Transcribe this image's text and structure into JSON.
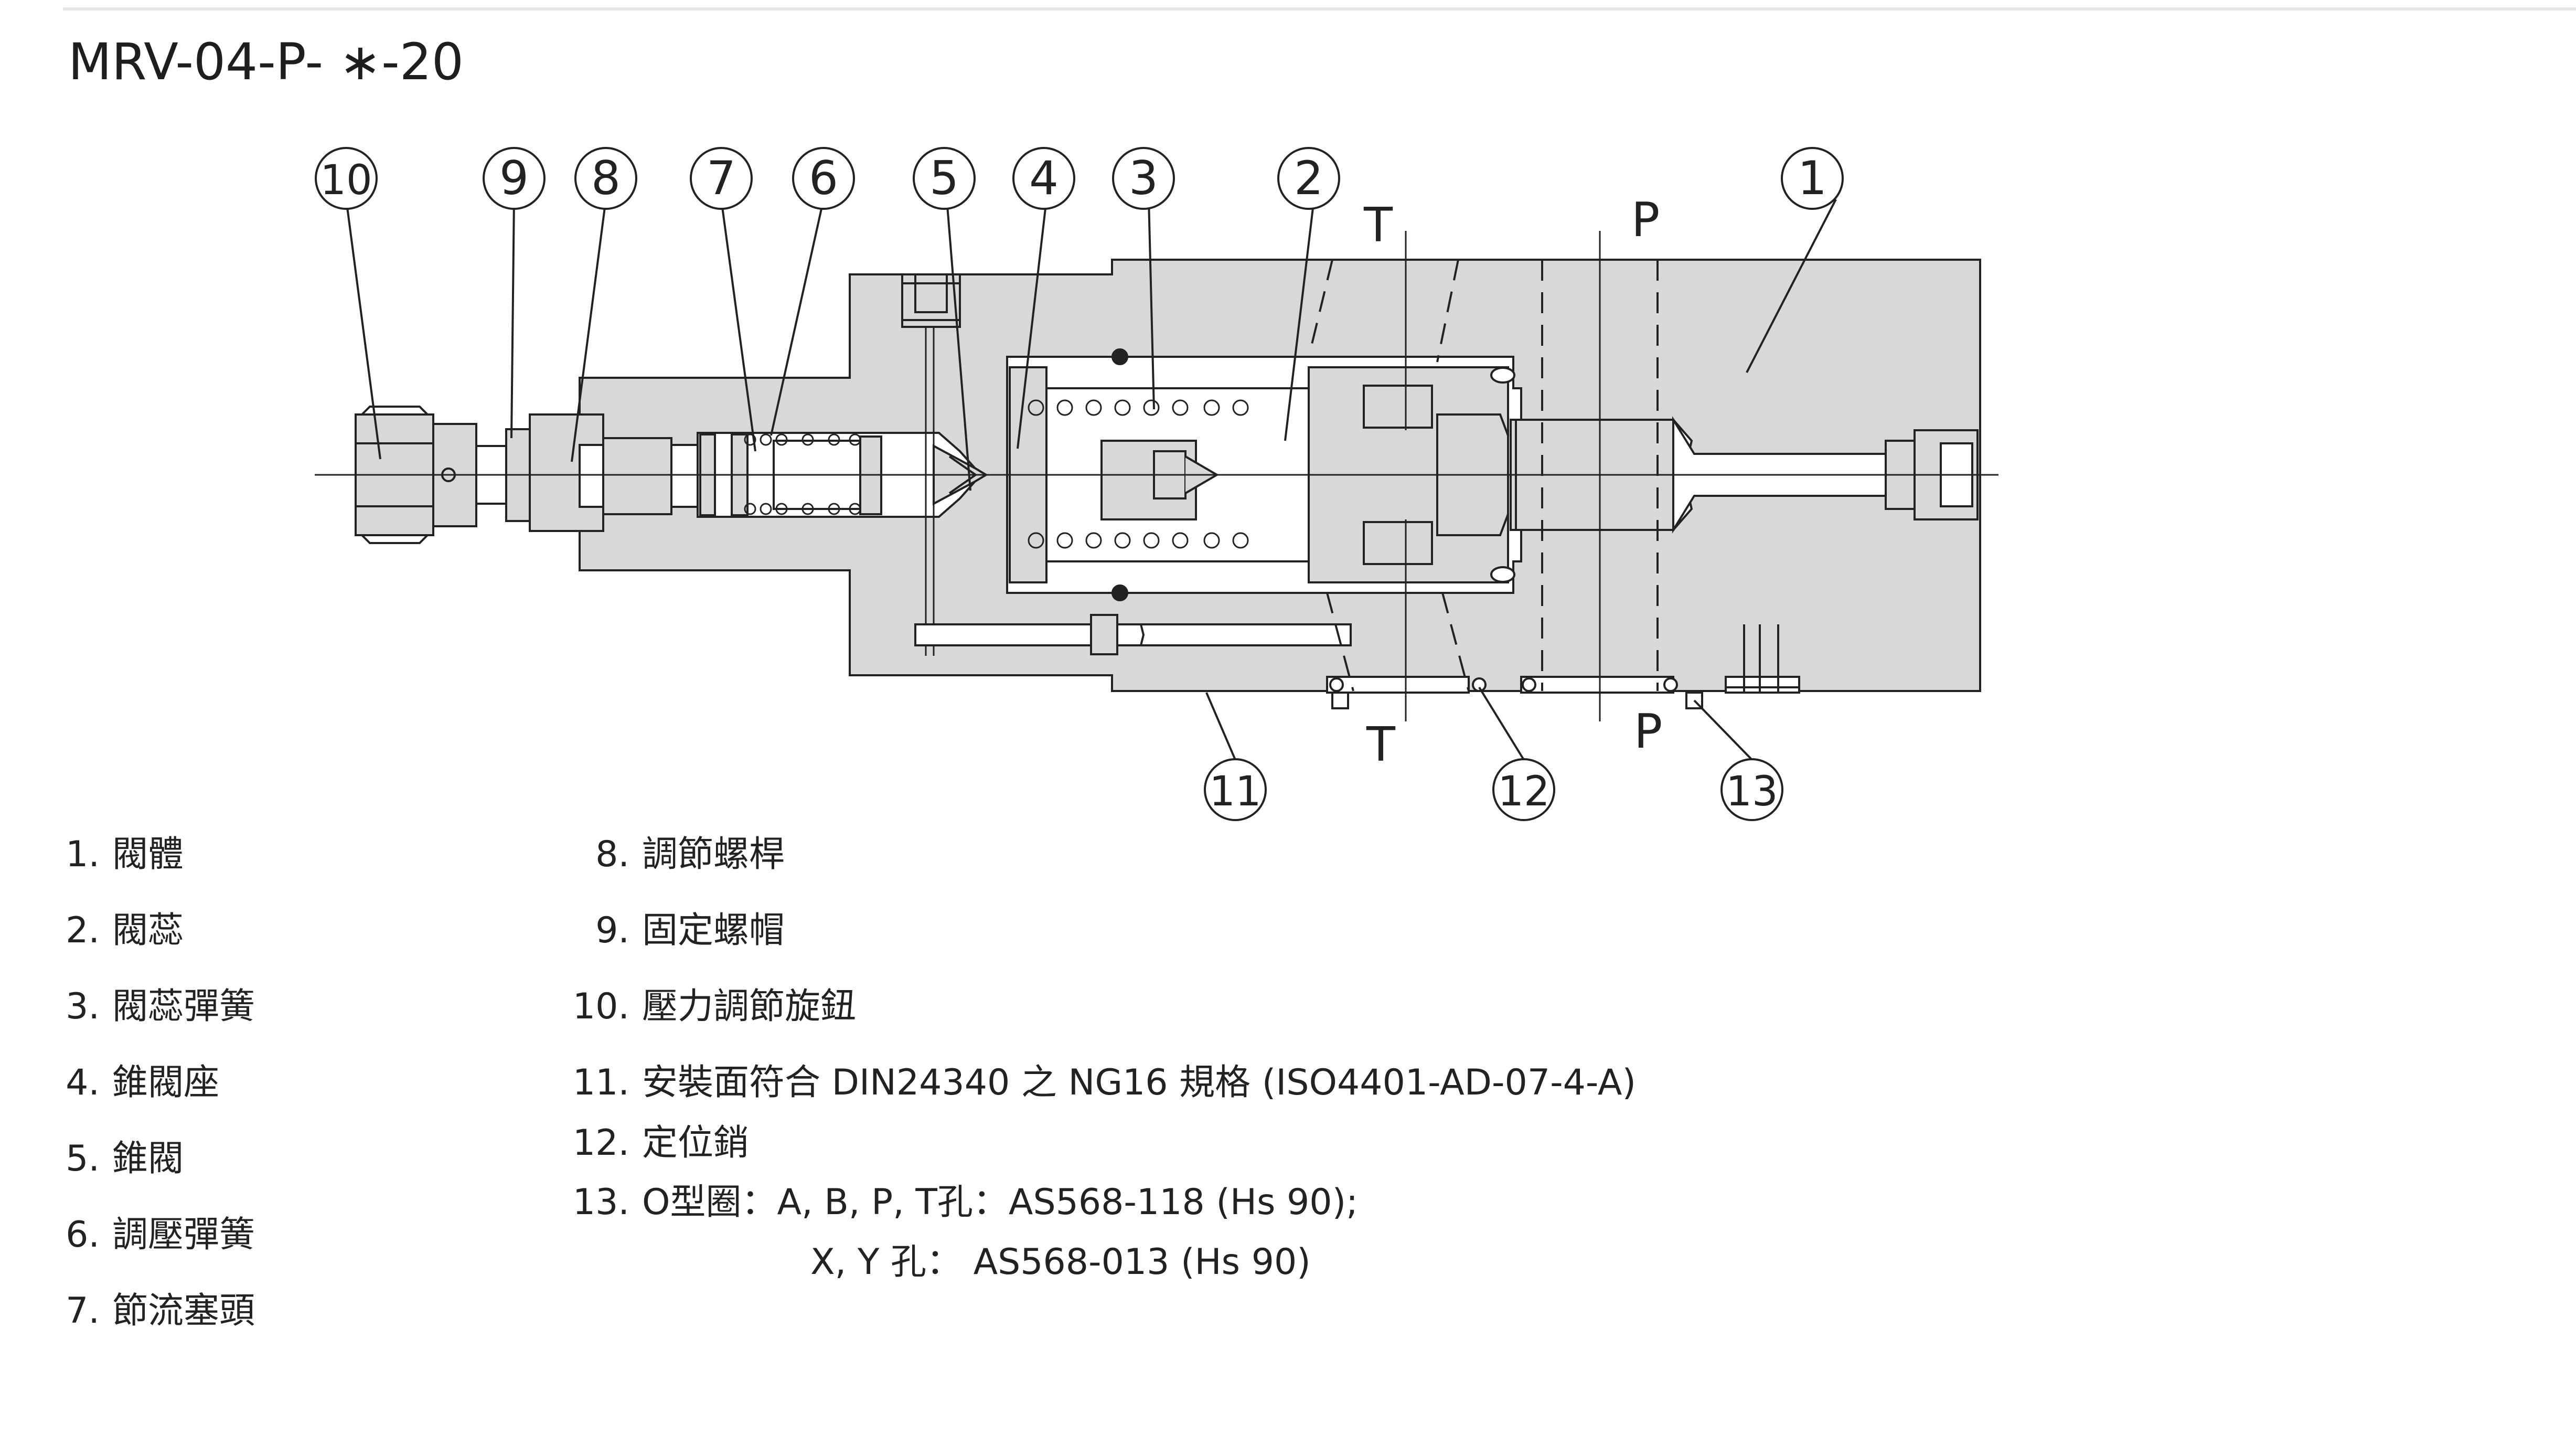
{
  "title": "MRV-04-P- ∗-20",
  "callouts": [
    "1",
    "2",
    "3",
    "4",
    "5",
    "6",
    "7",
    "8",
    "9",
    "10",
    "11",
    "12",
    "13"
  ],
  "port_labels": {
    "t_top": "T",
    "p_top": "P",
    "t_bottom": "T",
    "p_bottom": "P"
  },
  "parts": [
    {
      "num": "1.",
      "text": "閥體"
    },
    {
      "num": "2.",
      "text": "閥蕊"
    },
    {
      "num": "3.",
      "text": "閥蕊彈簧"
    },
    {
      "num": "4.",
      "text": "錐閥座"
    },
    {
      "num": "5.",
      "text": "錐閥"
    },
    {
      "num": "6.",
      "text": "調壓彈簧"
    },
    {
      "num": "7.",
      "text": "節流塞頭"
    },
    {
      "num": "8.",
      "text": "調節螺桿"
    },
    {
      "num": "9.",
      "text": "固定螺帽"
    },
    {
      "num": "10.",
      "text": "壓力調節旋鈕"
    },
    {
      "num": "11.",
      "text": "安裝面符合 DIN24340 之 NG16 規格 (ISO4401-AD-07-4-A)"
    },
    {
      "num": "12.",
      "text": "定位銷"
    },
    {
      "num": "13.",
      "text": "O型圈：A, B, P, T孔：AS568-118 (Hs 90);"
    }
  ],
  "part13_continuation": "X, Y 孔：  AS568-013 (Hs 90)",
  "colors": {
    "body_fill": "#d8d8d8",
    "line": "#222222",
    "white": "#ffffff"
  }
}
